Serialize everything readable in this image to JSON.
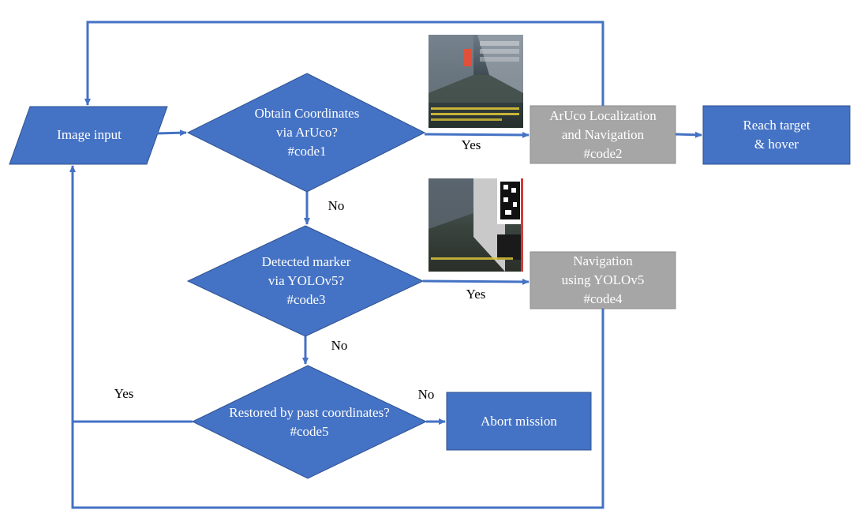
{
  "nodes": {
    "image_input": "Image input",
    "decision_aruco": "Obtain Coordinates\nvia ArUco?\n#code1",
    "aruco_nav": "ArUco Localization\nand Navigation\n#code2",
    "reach_target": "Reach target\n& hover",
    "decision_yolo": "Detected marker\nvia YOLOv5?\n#code3",
    "yolo_nav": "Navigation\nusing YOLOv5\n#code4",
    "decision_restore": "Restored by past coordinates?\n#code5",
    "abort": "Abort mission"
  },
  "edges": {
    "aruco_yes": "Yes",
    "aruco_no": "No",
    "yolo_yes": "Yes",
    "yolo_no": "No",
    "restore_yes": "Yes",
    "restore_no": "No"
  },
  "colors": {
    "blue_fill": "#4472c4",
    "blue_border": "#2f528f",
    "gray_fill": "#a6a6a6",
    "arrow": "#4472c4"
  }
}
